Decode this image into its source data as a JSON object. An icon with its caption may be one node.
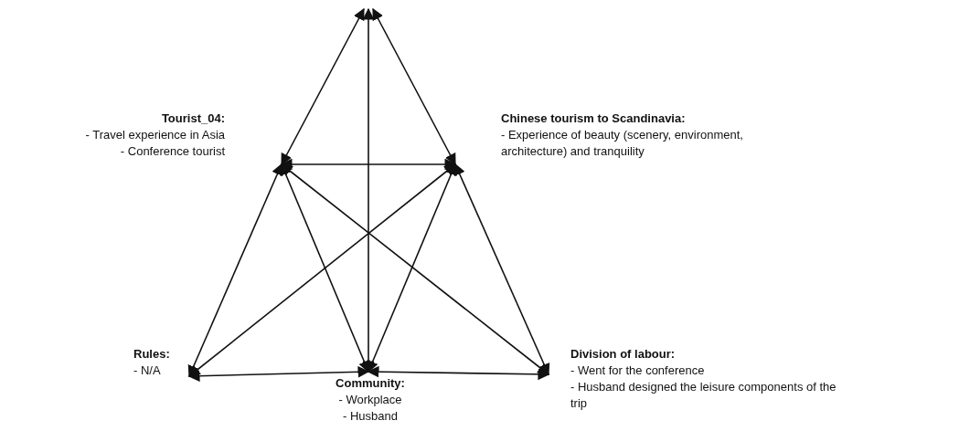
{
  "diagram": {
    "nodes": [
      {
        "text": [
          "Tourist_04:",
          "- Travel experience in Asia",
          "- Conference tourist"
        ]
      },
      {
        "text": [
          "Chinese tourism to Scandinavia:",
          "- Experience of beauty (scenery, environment, architecture) and tranquility"
        ]
      },
      {
        "text": [
          "Rules:",
          "- N/A"
        ]
      },
      {
        "text": [
          "Community:",
          "- Workplace",
          "- Husband"
        ]
      },
      {
        "text": [
          "Division of labour:",
          "- Went for the conference",
          "- Husband designed the leisure components of the trip"
        ]
      }
    ],
    "edges": [
      {
        "from": null,
        "to": 0,
        "arrow": "both"
      },
      {
        "from": null,
        "to": 3,
        "arrow": "both"
      },
      {
        "from": null,
        "to": 1,
        "arrow": "both"
      },
      {
        "from": 0,
        "to": 1,
        "arrow": "both"
      },
      {
        "from": 0,
        "to": 2,
        "arrow": "both"
      },
      {
        "from": 0,
        "to": 3,
        "arrow": "both"
      },
      {
        "from": 0,
        "to": 4,
        "arrow": "both"
      },
      {
        "from": 1,
        "to": 2,
        "arrow": "both"
      },
      {
        "from": 1,
        "to": 3,
        "arrow": "both"
      },
      {
        "from": 1,
        "to": 4,
        "arrow": "both"
      },
      {
        "from": 2,
        "to": 3,
        "arrow": "both"
      },
      {
        "from": 3,
        "to": 4,
        "arrow": "both"
      }
    ]
  }
}
